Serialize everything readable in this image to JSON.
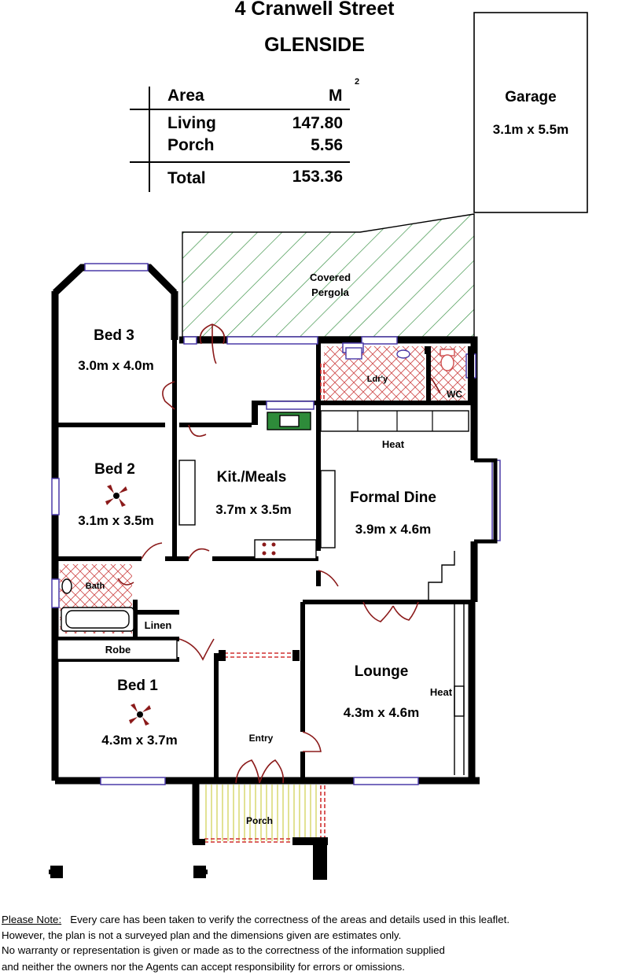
{
  "header": {
    "address_line": "4 Cranwell Street",
    "suburb": "GLENSIDE"
  },
  "area_table": {
    "col_label": "Area",
    "unit": "M",
    "unit_sup": "2",
    "rows": [
      {
        "label": "Living",
        "value": "147.80"
      },
      {
        "label": "Porch",
        "value": "5.56"
      }
    ],
    "total": {
      "label": "Total",
      "value": "153.36"
    }
  },
  "rooms": {
    "garage": {
      "name": "Garage",
      "dims": "3.1m x 5.5m"
    },
    "pergola": {
      "line1": "Covered",
      "line2": "Pergola"
    },
    "bed3": {
      "name": "Bed 3",
      "dims": "3.0m x 4.0m"
    },
    "laundry": {
      "name": "Ldr'y"
    },
    "wc": {
      "name": "WC"
    },
    "bed2": {
      "name": "Bed 2",
      "dims": "3.1m x 3.5m"
    },
    "kitchen": {
      "name": "Kit./Meals",
      "dims": "3.7m x 3.5m"
    },
    "formal_dine": {
      "name": "Formal Dine",
      "dims": "3.9m x 4.6m",
      "heat": "Heat"
    },
    "bath": {
      "name": "Bath"
    },
    "linen": {
      "name": "Linen"
    },
    "robe": {
      "name": "Robe"
    },
    "bed1": {
      "name": "Bed 1",
      "dims": "4.3m x 3.7m"
    },
    "lounge": {
      "name": "Lounge",
      "dims": "4.3m x 4.6m",
      "heat": "Heat"
    },
    "entry": {
      "name": "Entry"
    },
    "porch": {
      "name": "Porch"
    }
  },
  "disclaimer": {
    "lead": "Please Note:",
    "line1": "Every care has been taken to verify the correctness of the areas and details used in this leaflet.",
    "line2": "However, the plan is not a surveyed plan and the dimensions given are estimates only.",
    "line3": "No warranty or representation is given or made as to the correctness of the information supplied",
    "line4": "and neither the owners nor the Agents can accept responsibility for errors or omissions."
  },
  "colors": {
    "wall": "#000000",
    "window": "#4b3aa8",
    "door_arc": "#8b1a1a",
    "pergola_hatch": "#2e8b3a",
    "wet_area_hatch": "#d05050",
    "porch_hatch": "#d8d870",
    "opening_dash": "#d03030"
  }
}
